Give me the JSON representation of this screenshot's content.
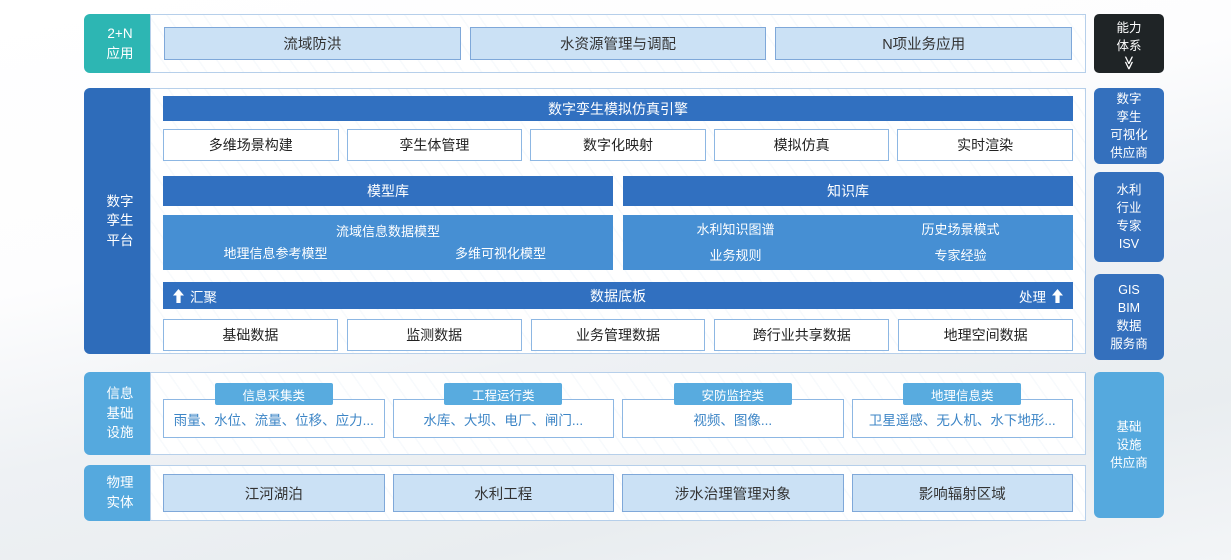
{
  "colors": {
    "teal_accent": "#2db6b3",
    "dark_blue": "#2e6cba",
    "bar_blue": "#3170c0",
    "mid_blue": "#468fd3",
    "light_blue": "#55a9de",
    "item_fill": "#cbe1f5",
    "capability_dark": "#1f2426"
  },
  "left_rail": {
    "items": [
      {
        "label": "2+N\n应用"
      },
      {
        "label": "数字\n孪生\n平台"
      },
      {
        "label": "信息\n基础\n设施"
      },
      {
        "label": "物理\n实体"
      }
    ]
  },
  "right_rail": {
    "capability": {
      "label": "能力\n体系",
      "chevron": "≫"
    },
    "providers": [
      {
        "label": "数字\n孪生\n可视化\n供应商"
      },
      {
        "label": "水利\n行业\n专家\nISV"
      },
      {
        "label": "GIS\nBIM\n数据\n服务商"
      },
      {
        "label": "基础\n设施\n供应商"
      }
    ]
  },
  "applications": {
    "items": [
      "流域防洪",
      "水资源管理与调配",
      "N项业务应用"
    ]
  },
  "platform": {
    "engine": {
      "title": "数字孪生模拟仿真引擎",
      "modules": [
        "多维场景构建",
        "孪生体管理",
        "数字化映射",
        "模拟仿真",
        "实时渲染"
      ]
    },
    "model_library": {
      "title": "模型库",
      "featured": "流域信息数据模型",
      "items": [
        "地理信息参考模型",
        "多维可视化模型"
      ]
    },
    "knowledge_library": {
      "title": "知识库",
      "items": [
        "水利知识图谱",
        "历史场景模式",
        "业务规则",
        "专家经验"
      ]
    },
    "data_board": {
      "title": "数据底板",
      "left_action": "汇聚",
      "right_action": "处理",
      "items": [
        "基础数据",
        "监测数据",
        "业务管理数据",
        "跨行业共享数据",
        "地理空间数据"
      ]
    }
  },
  "infrastructure": {
    "groups": [
      {
        "tag": "信息采集类",
        "desc": "雨量、水位、流量、位移、应力..."
      },
      {
        "tag": "工程运行类",
        "desc": "水库、大坝、电厂、闸门..."
      },
      {
        "tag": "安防监控类",
        "desc": "视频、图像..."
      },
      {
        "tag": "地理信息类",
        "desc": "卫星遥感、无人机、水下地形..."
      }
    ]
  },
  "physical": {
    "items": [
      "江河湖泊",
      "水利工程",
      "涉水治理管理对象",
      "影响辐射区域"
    ]
  }
}
